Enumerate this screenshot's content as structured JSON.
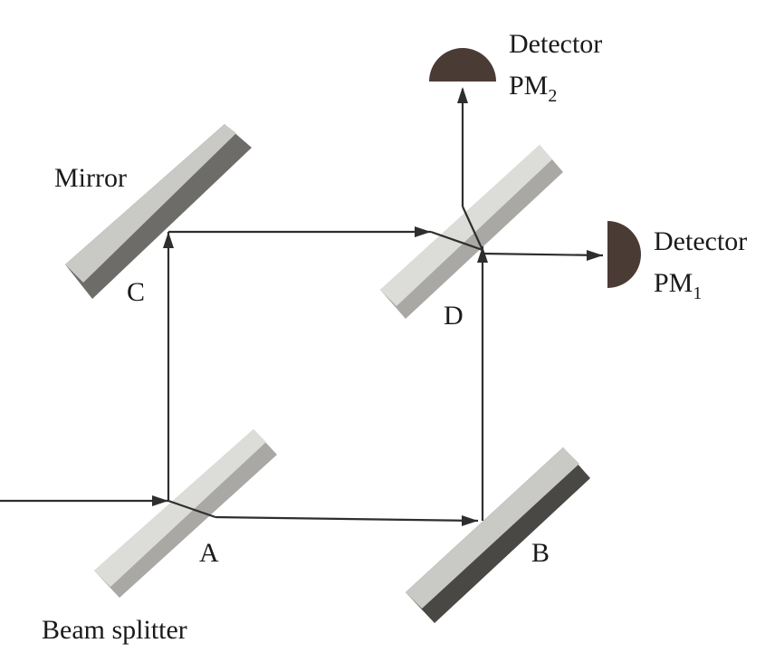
{
  "labels": {
    "mirror": "Mirror",
    "point_c": "C",
    "point_d": "D",
    "point_a": "A",
    "point_b": "B",
    "beam_splitter": "Beam splitter",
    "detector_top": "Detector",
    "pm2_base": "PM",
    "pm2_sub": "2",
    "detector_right": "Detector",
    "pm1_base": "PM",
    "pm1_sub": "1"
  },
  "colors": {
    "mirror_face": "#c9c9c5",
    "mirror_side": "#6e6c68",
    "mirror_dark": "#4a4845",
    "splitter_face": "#dcdcd8",
    "splitter_side": "#a9a8a4",
    "detector": "#4b3b35",
    "beam": "#2e2e2e"
  }
}
